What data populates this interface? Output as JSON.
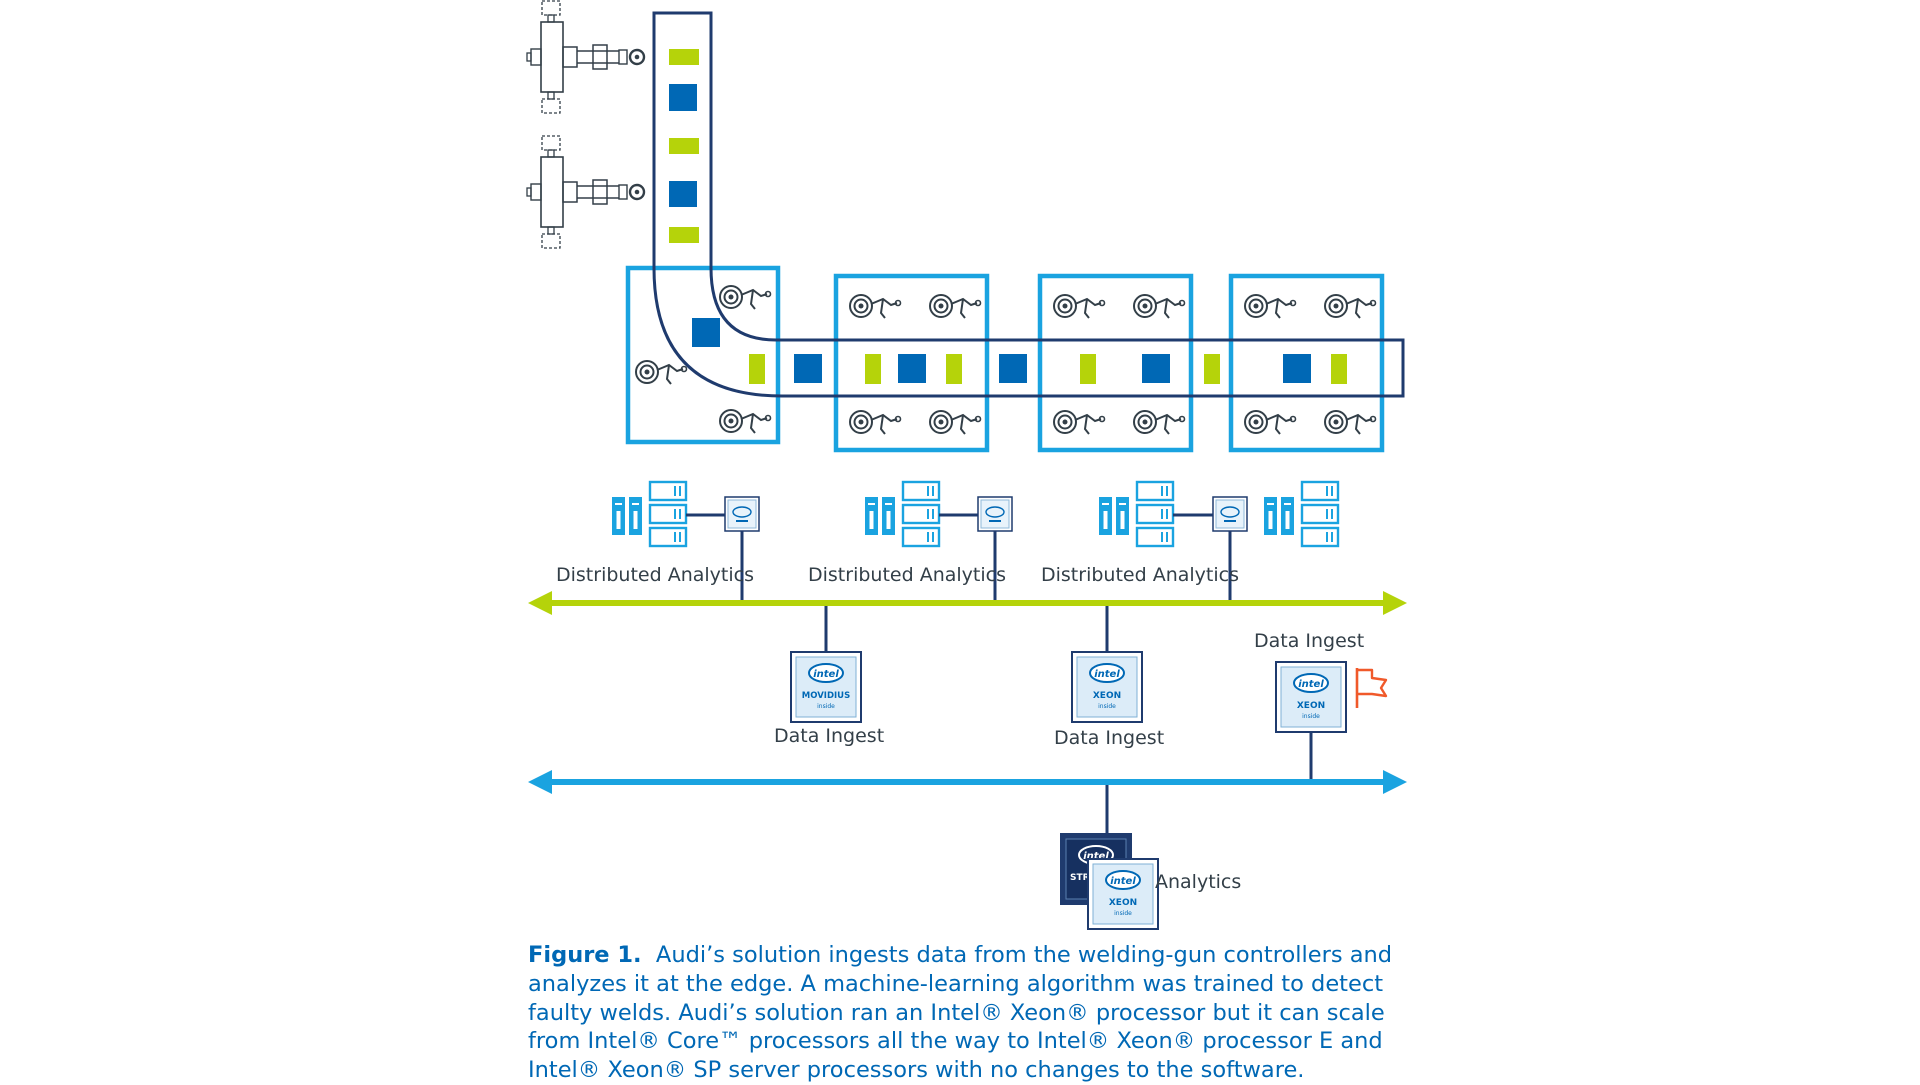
{
  "labels": {
    "distributed_analytics": "Distributed Analytics",
    "data_ingest": "Data Ingest",
    "analytics": "Analytics"
  },
  "chips": {
    "brand": "intel",
    "movidius": "MOVIDIUS",
    "xeon": "XEON",
    "inside": "inside",
    "stratix_partial": "STR"
  },
  "caption": {
    "label": "Figure 1.",
    "text": "Audi’s solution ingests data from the welding-gun controllers and analyzes it at the edge. A machine-learning algorithm was trained to detect faulty welds. Audi’s solution ran an Intel® Xeon® processor but it  can scale from Intel® Core™ processors all the way to  Intel® Xeon® processor E and Intel® Xeon® SP server processors with no changes to the software."
  },
  "colors": {
    "navy": "#1f3b6e",
    "cyan": "#1aa3e0",
    "lime": "#b5d30a",
    "blue": "#0068b5",
    "orange": "#f0592a",
    "gray": "#333f48"
  },
  "icons": [
    "welding-gun-controller-icon",
    "welding-robot-icon",
    "server-rack-icon",
    "intel-chip-icon",
    "flag-icon",
    "arrow-icon"
  ]
}
